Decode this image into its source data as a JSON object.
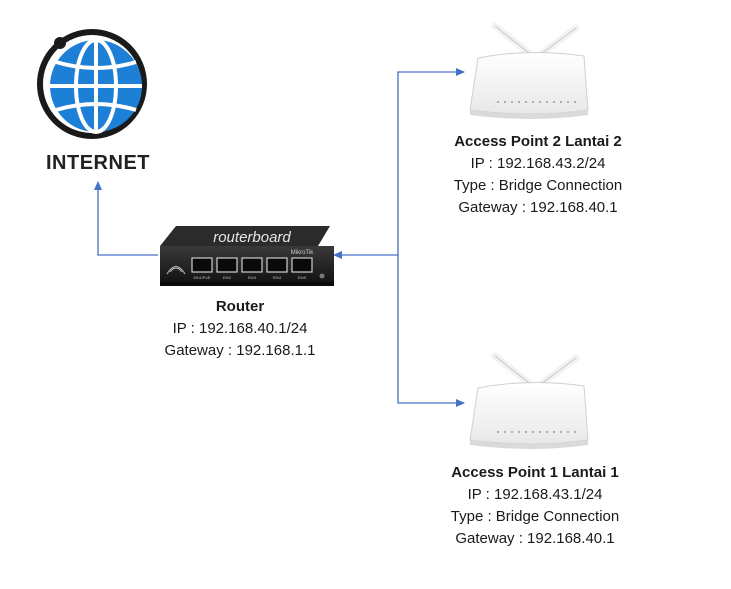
{
  "internet": {
    "label": "INTERNET"
  },
  "router": {
    "brand_text": "routerboard",
    "maker_text": "MikroTik",
    "ports": [
      "Eth1/PoE",
      "Eth2",
      "Eth3",
      "Eth4",
      "Eth5"
    ],
    "title": "Router",
    "ip": "IP : 192.168.40.1/24",
    "gateway": "Gateway : 192.168.1.1"
  },
  "ap2": {
    "title": "Access Point 2 Lantai 2",
    "ip": "IP : 192.168.43.2/24",
    "type": "Type : Bridge Connection",
    "gateway": "Gateway : 192.168.40.1"
  },
  "ap1": {
    "title": "Access Point 1 Lantai 1",
    "ip": "IP : 192.168.43.1/24",
    "type": "Type : Bridge Connection",
    "gateway": "Gateway : 192.168.40.1"
  },
  "colors": {
    "connector": "#4472c4",
    "globe": "#1e7fd6",
    "router_body": "#1c1c1c"
  }
}
